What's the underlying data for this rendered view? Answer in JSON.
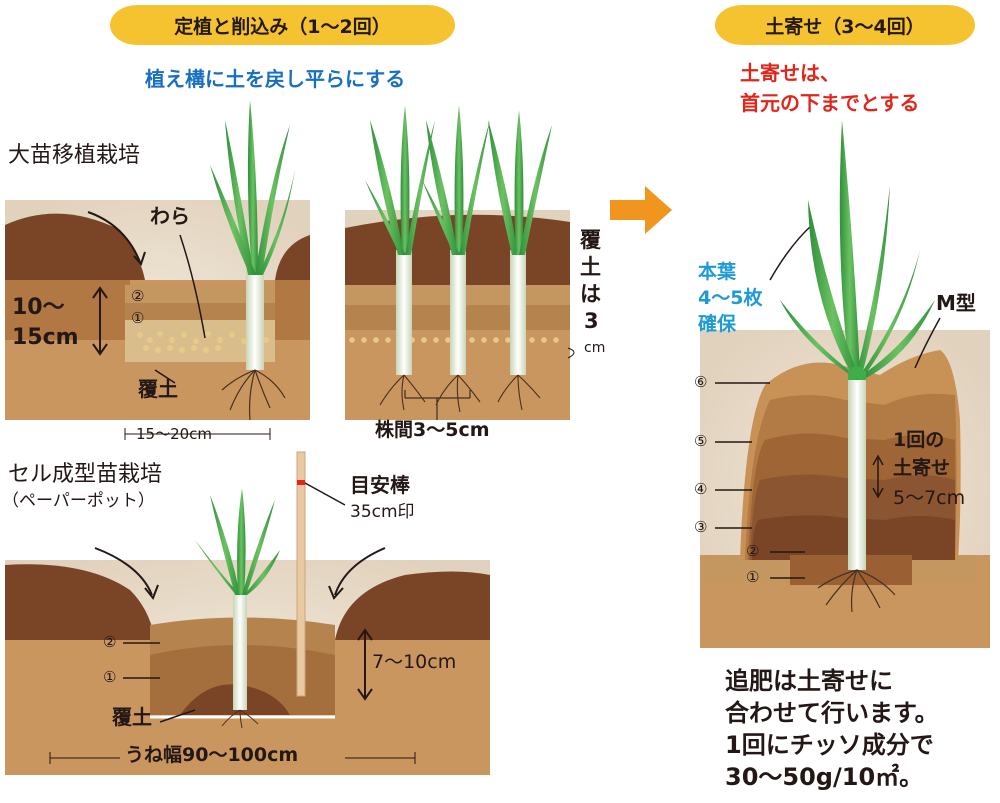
{
  "headers": {
    "left": "定植と削込み（1〜2回）",
    "right": "土寄せ（3〜4回）"
  },
  "instruction_left": "植え構に土を戻し平らにする",
  "instruction_right": [
    "土寄せは、",
    "首元の下までとする"
  ],
  "section_large": {
    "title": "大苗移植栽培",
    "straw": "わら",
    "layers": [
      "②",
      "①"
    ],
    "depth": [
      "10〜",
      "15cm"
    ],
    "cover": "覆土",
    "width": "15〜20cm",
    "cover_depth": [
      "覆",
      "土",
      "は",
      "3"
    ],
    "cover_unit": "cm",
    "spacing": "株間3〜5cm"
  },
  "section_cell": {
    "title": "セル成型苗栽培",
    "subtitle": "（ペーパーポット）",
    "stick": [
      "目安棒",
      "35cm印"
    ],
    "layers": [
      "②",
      "①"
    ],
    "depth": "7〜10cm",
    "cover": "覆土",
    "ridge": "うね幅90〜100cm"
  },
  "section_hilling": {
    "leaves": [
      "本葉",
      "4〜5枚",
      "確保"
    ],
    "shape": "M型",
    "layers": [
      "⑥",
      "⑤",
      "④",
      "③",
      "②",
      "①"
    ],
    "per_time": [
      "1回の",
      "土寄せ",
      "5〜7cm"
    ]
  },
  "note": [
    "追肥は土寄せに",
    "合わせて行います。",
    "1回にチッソ成分で",
    "30〜50g/10㎡。"
  ],
  "colors": {
    "pill": "#f5c330",
    "arrow": "#f0961e",
    "soil_dark": "#7a4426",
    "soil_mid": "#9a5f33",
    "soil_light": "#c58d55",
    "leaf": "#3fae49",
    "stem": "#eef3e3"
  }
}
